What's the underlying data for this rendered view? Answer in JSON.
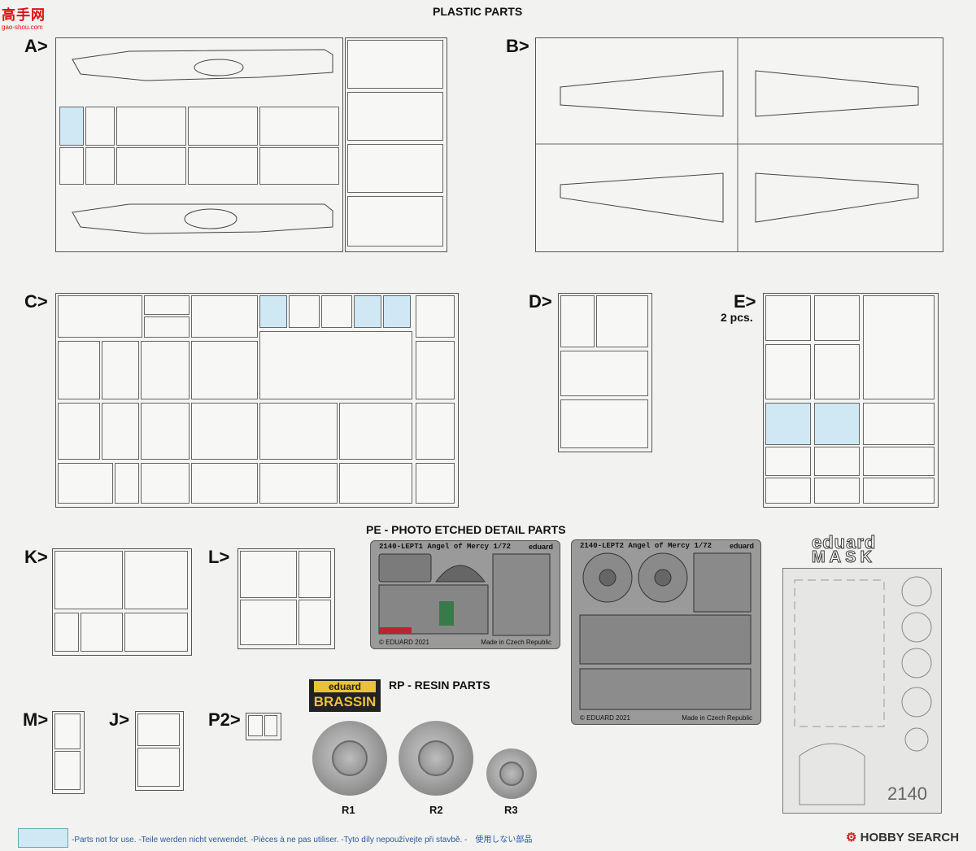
{
  "watermark": {
    "chars": "高手网",
    "url": "gao-shou.com"
  },
  "headers": {
    "plastic": "PLASTIC PARTS",
    "pe": "PE - PHOTO ETCHED DETAIL PARTS",
    "rp": "RP - RESIN PARTS"
  },
  "sprues": {
    "A": "A>",
    "B": "B>",
    "C": "C>",
    "D": "D>",
    "E": "E>",
    "E_note": "2 pcs.",
    "K": "K>",
    "L": "L>",
    "M": "M>",
    "J": "J>",
    "P2": "P2>"
  },
  "pe_sheets": [
    {
      "code": "2140-LEPT1",
      "name": "Angel of Mercy",
      "scale": "1/72",
      "brand": "eduard",
      "copyright": "© EDUARD 2021",
      "origin": "Made in Czech Republic"
    },
    {
      "code": "2140-LEPT2",
      "name": "Angel of Mercy",
      "scale": "1/72",
      "brand": "eduard",
      "copyright": "© EDUARD 2021",
      "origin": "Made in Czech Republic"
    }
  ],
  "mask": {
    "brand": "eduard",
    "title": "MASK",
    "number": "2140"
  },
  "brassin": {
    "top": "eduard",
    "bottom": "BRASSIN"
  },
  "resin_labels": [
    "R1",
    "R2",
    "R3"
  ],
  "legend": "-Parts not for use. -Teile werden nicht verwendet. -Pièces à ne pas utiliser. -Tyto díly nepoužívejte při stavbě. -　使用しない部品",
  "footer_logo": "HOBBY SEARCH",
  "colors": {
    "highlight": "#cfe8f4",
    "pe_metal": "#9a9a9a",
    "legend_text": "#2a5aa0"
  }
}
